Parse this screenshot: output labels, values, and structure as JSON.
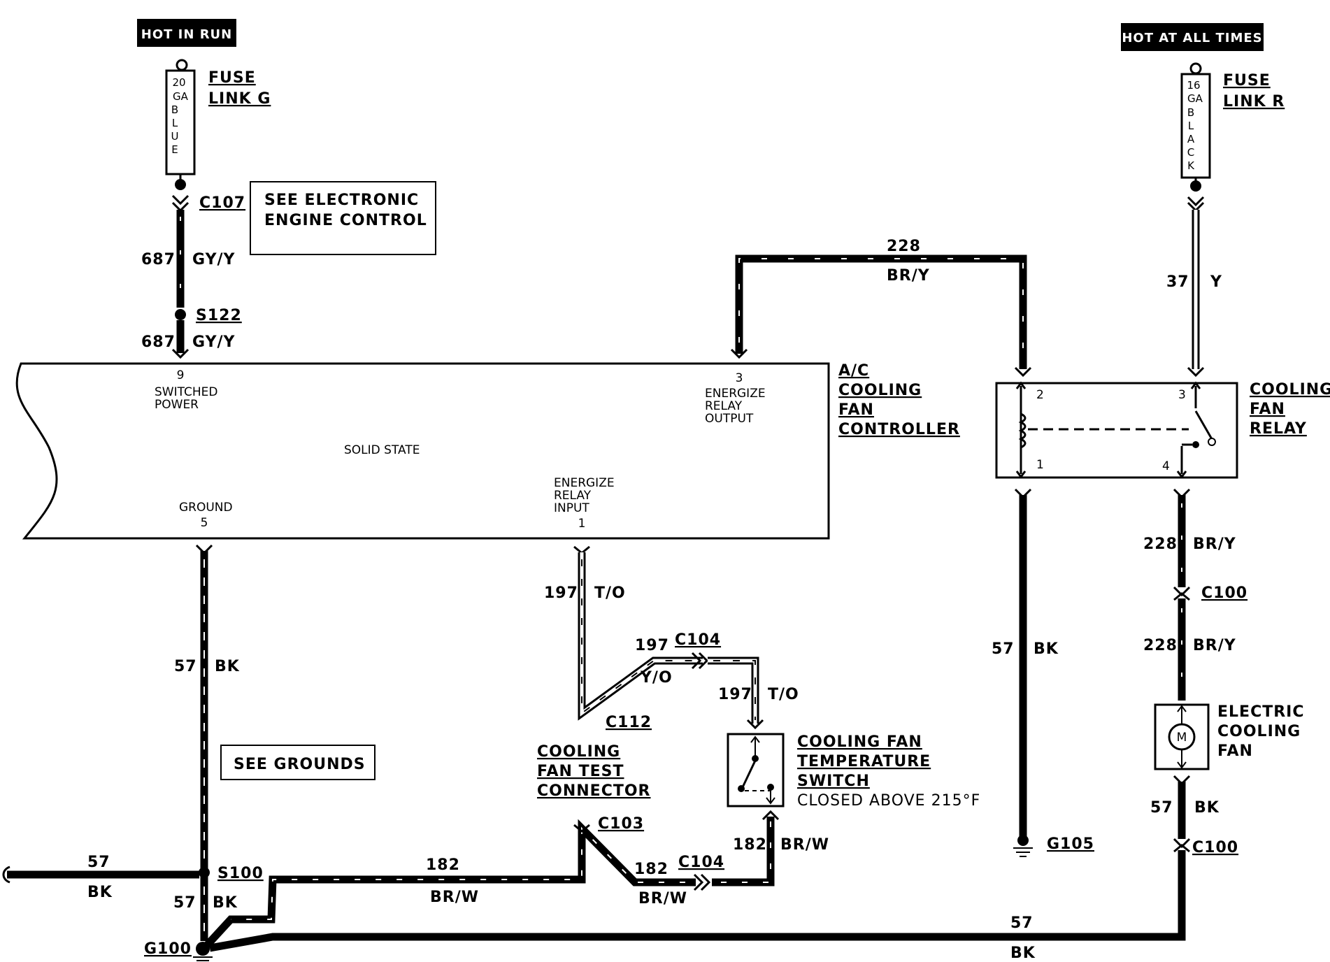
{
  "power": {
    "hot_in_run": "HOT IN RUN",
    "hot_at_all_times": "HOT AT ALL TIMES"
  },
  "fuse_g": {
    "rating_lines": [
      "20",
      "GA",
      "B",
      "L",
      "U",
      "E"
    ],
    "title_line1": "FUSE",
    "title_line2": "LINK G"
  },
  "fuse_r": {
    "rating_lines": [
      "16",
      "GA",
      "B",
      "L",
      "A",
      "C",
      "K"
    ],
    "title_line1": "FUSE",
    "title_line2": "LINK R"
  },
  "boxes": {
    "see_eec_line1": "SEE ELECTRONIC",
    "see_eec_line2": "ENGINE CONTROL",
    "see_grounds": "SEE GROUNDS"
  },
  "controller": {
    "title_line1": "A/C",
    "title_line2": "COOLING",
    "title_line3": "FAN",
    "title_line4": "CONTROLLER",
    "solid_state": "SOLID STATE",
    "pin9_num": "9",
    "pin9_line1": "SWITCHED",
    "pin9_line2": "POWER",
    "pin3_num": "3",
    "pin3_line1": "ENERGIZE",
    "pin3_line2": "RELAY",
    "pin3_line3": "OUTPUT",
    "pin1_line1": "ENERGIZE",
    "pin1_line2": "RELAY",
    "pin1_line3": "INPUT",
    "pin1_num": "1",
    "pin5_label": "GROUND",
    "pin5_num": "5"
  },
  "relay": {
    "title_line1": "COOLING",
    "title_line2": "FAN",
    "title_line3": "RELAY",
    "pin2": "2",
    "pin1": "1",
    "pin3": "3",
    "pin4": "4"
  },
  "switch": {
    "title_line1": "COOLING FAN",
    "title_line2": "TEMPERATURE",
    "title_line3": "SWITCH",
    "note": "CLOSED ABOVE 215°F"
  },
  "test_connector": {
    "line1": "COOLING",
    "line2": "FAN TEST",
    "line3": "CONNECTOR"
  },
  "fan": {
    "line1": "ELECTRIC",
    "line2": "COOLING",
    "line3": "FAN",
    "motor": "M"
  },
  "connectors": {
    "c107": "C107",
    "s122": "S122",
    "c104a": "C104",
    "c112": "C112",
    "c103": "C103",
    "c104b": "C104",
    "s100": "S100",
    "g100": "G100",
    "g105": "G105",
    "c100a": "C100",
    "c100b": "C100"
  },
  "wires": {
    "w687a_num": "687",
    "w687a_color": "GY/Y",
    "w687b_num": "687",
    "w687b_color": "GY/Y",
    "w228_num": "228",
    "w228_color": "BR/Y",
    "w37_num": "37",
    "w37_color": "Y",
    "w57_ctrl_num": "57",
    "w57_ctrl_color": "BK",
    "w197a_num": "197",
    "w197a_color": "T/O",
    "w197b_num": "197",
    "w197b_color": "Y/O",
    "w197c_num": "197",
    "w197c_color": "T/O",
    "w182_sw_num": "182",
    "w182_sw_color": "BR/W",
    "w182a_num": "182",
    "w182a_color": "BR/W",
    "w182b_num": "182",
    "w182b_color": "BR/W",
    "w57_relay_num": "57",
    "w57_relay_color": "BK",
    "w228a_num": "228",
    "w228a_color": "BR/Y",
    "w228b_num": "228",
    "w228b_color": "BR/Y",
    "w57_fan_num": "57",
    "w57_fan_color": "BK",
    "w57_left_num": "57",
    "w57_left_color": "BK",
    "w57_s100_num": "57",
    "w57_s100_color": "BK",
    "w57_bottom_num": "57",
    "w57_bottom_color": "BK"
  }
}
